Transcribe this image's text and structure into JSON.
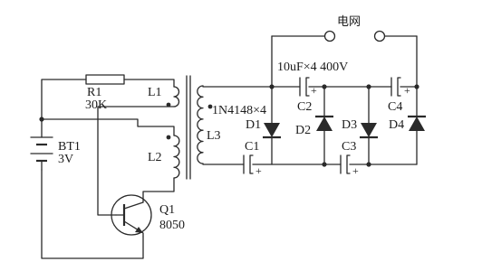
{
  "diagram": {
    "mains_label": "电网",
    "capacitor_spec": "10uF×4 400V",
    "diode_spec": "1N4148×4",
    "battery": {
      "name": "BT1",
      "value": "3V"
    },
    "resistor": {
      "name": "R1",
      "value": "30K"
    },
    "transistor": {
      "name": "Q1",
      "value": "8050"
    },
    "coils": {
      "l1": "L1",
      "l2": "L2",
      "l3": "L3"
    },
    "capacitors": {
      "c1": "C1",
      "c2": "C2",
      "c3": "C3",
      "c4": "C4"
    },
    "diodes": {
      "d1": "D1",
      "d2": "D2",
      "d3": "D3",
      "d4": "D4"
    },
    "plus_sign": "+"
  }
}
